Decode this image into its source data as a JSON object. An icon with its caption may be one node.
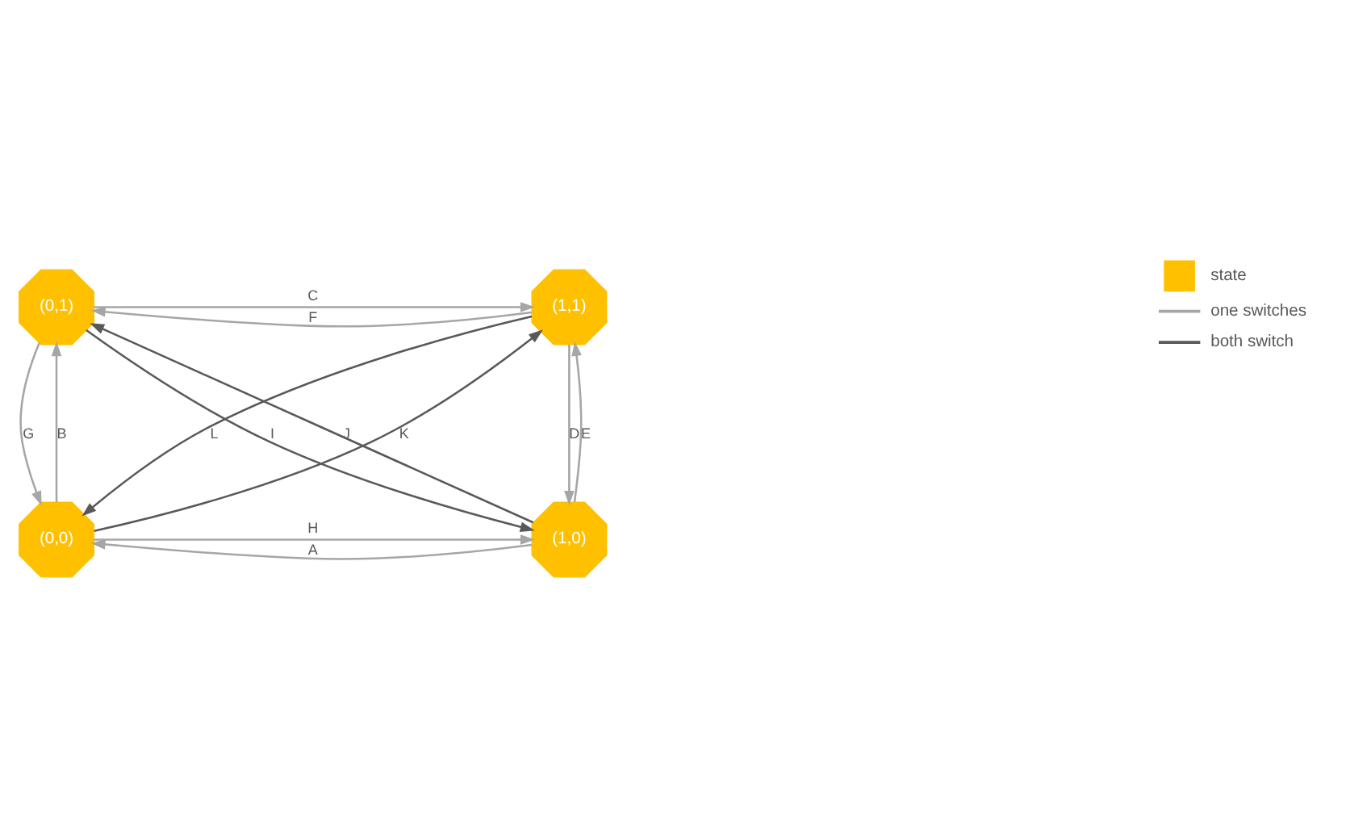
{
  "diagram": {
    "nodes": [
      {
        "text": [
          "(0,1)"
        ]
      },
      {
        "text": [
          "(1,1)"
        ]
      },
      {
        "text": [
          "(0,0)"
        ]
      },
      {
        "text": [
          "(1,0)"
        ]
      }
    ],
    "edges": [
      {
        "from": 0,
        "to": 1,
        "arrow": "to",
        "label": "C"
      },
      {
        "from": 1,
        "to": 0,
        "arrow": "to",
        "label": "F"
      },
      {
        "from": 2,
        "to": 0,
        "arrow": "to",
        "label": "B"
      },
      {
        "from": 0,
        "to": 2,
        "arrow": "to",
        "label": "G"
      },
      {
        "from": 3,
        "to": 1,
        "arrow": "to",
        "label": "E"
      },
      {
        "from": 1,
        "to": 3,
        "arrow": "to",
        "label": "D"
      },
      {
        "from": 2,
        "to": 3,
        "arrow": "to",
        "label": "H"
      },
      {
        "from": 3,
        "to": 2,
        "arrow": "to",
        "label": "A"
      },
      {
        "from": 0,
        "to": 3,
        "arrow": "to",
        "label": "I",
        "color": "#595959"
      },
      {
        "from": 3,
        "to": 0,
        "arrow": "to",
        "label": "J",
        "color": "#595959"
      },
      {
        "from": 2,
        "to": 1,
        "arrow": "to",
        "label": "K",
        "color": "#595959"
      },
      {
        "from": 1,
        "to": 2,
        "arrow": "to",
        "label": "L",
        "color": "#595959"
      }
    ],
    "legend": [
      {
        "text": "state",
        "color": "#ffc000"
      },
      {
        "text": "one switches"
      },
      {
        "text": "both switch"
      }
    ]
  }
}
